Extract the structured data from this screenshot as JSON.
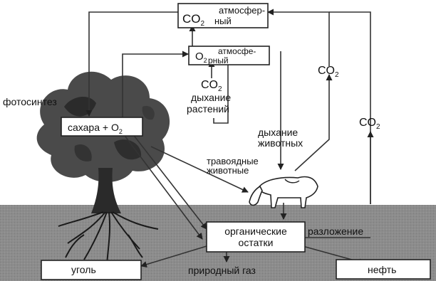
{
  "labels": {
    "co2_atmospheric_line1": "атмосфер-",
    "co2_atmospheric_line2": "ный",
    "o2_atmospheric_line1": "атмосфе-",
    "o2_atmospheric_line2": "рный",
    "co2_symbol": "CO",
    "o2_symbol": "O",
    "subscript_2": "2",
    "photosynthesis": "фотосинтез",
    "sugar": "сахара + O",
    "plant_respiration_line1": "дыхание",
    "plant_respiration_line2": "растений",
    "animal_respiration_line1": "дыхание",
    "animal_respiration_line2": "животных",
    "herbivores_line1": "травоядные",
    "herbivores_line2": "животные",
    "organic_remains_line1": "органические",
    "organic_remains_line2": "остатки",
    "decomposition": "разложение",
    "coal": "уголь",
    "natural_gas": "природный газ",
    "oil": "нефть"
  }
}
